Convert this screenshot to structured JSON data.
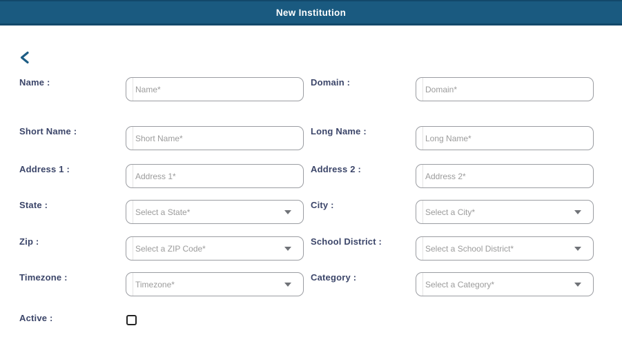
{
  "header": {
    "title": "New Institution",
    "background_color": "#1a5a80",
    "text_color": "#ffffff"
  },
  "back_button": {
    "icon": "chevron-left-icon",
    "color": "#1d5d85"
  },
  "form": {
    "rows": [
      {
        "left": {
          "label": "Name :",
          "type": "text",
          "placeholder": "Name*"
        },
        "right": {
          "label": "Domain :",
          "type": "text",
          "placeholder": "Domain*"
        }
      },
      {
        "left": {
          "label": "Short Name :",
          "type": "text",
          "placeholder": "Short Name*"
        },
        "right": {
          "label": "Long Name :",
          "type": "text",
          "placeholder": "Long Name*"
        }
      },
      {
        "left": {
          "label": "Address 1 :",
          "type": "text",
          "placeholder": "Address 1*"
        },
        "right": {
          "label": "Address 2 :",
          "type": "text",
          "placeholder": "Address 2*"
        }
      },
      {
        "left": {
          "label": "State :",
          "type": "select",
          "placeholder": "Select a State*"
        },
        "right": {
          "label": "City :",
          "type": "select",
          "placeholder": "Select a City*"
        }
      },
      {
        "left": {
          "label": "Zip :",
          "type": "select",
          "placeholder": "Select a ZIP Code*"
        },
        "right": {
          "label": "School District :",
          "type": "select",
          "placeholder": "Select a School District*"
        }
      },
      {
        "left": {
          "label": "Timezone :",
          "type": "select",
          "placeholder": "Timezone*"
        },
        "right": {
          "label": "Category :",
          "type": "select",
          "placeholder": "Select a Category*"
        }
      }
    ],
    "active": {
      "label": "Active :",
      "checked": false
    }
  },
  "colors": {
    "label": "#3b4569",
    "placeholder": "#9b9b9b",
    "input_border": "#9a9ca1",
    "accent": "#1a5a80"
  }
}
